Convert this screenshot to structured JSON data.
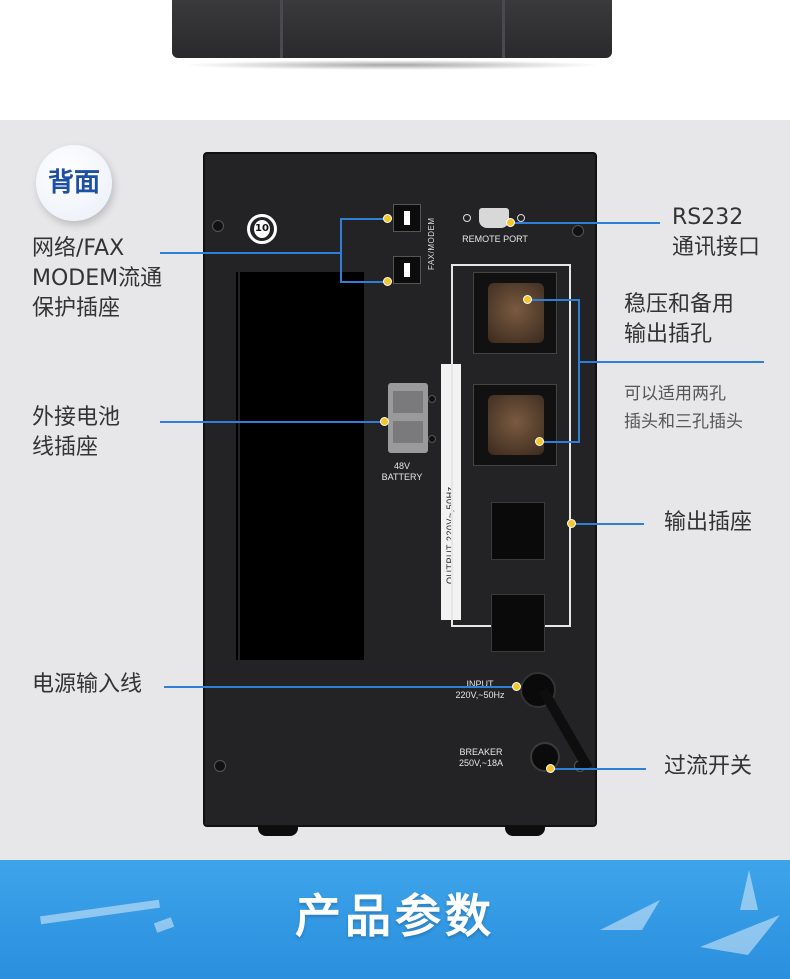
{
  "badge": {
    "label": "背面"
  },
  "device": {
    "fax_modem": "FAX/MODEM",
    "remote_port": "REMOTE PORT",
    "battery": [
      "48V",
      "BATTERY"
    ],
    "output_vertical": "OUTPUT    220V~,50Hz",
    "input": [
      "INPUT",
      "220V,~50Hz"
    ],
    "breaker": [
      "BREAKER",
      "250V,~18A"
    ],
    "logo": "10"
  },
  "callouts": {
    "rs232": [
      "RS232",
      "通讯接口"
    ],
    "network": [
      "网络/FAX",
      "MODEM流通",
      "保护插座"
    ],
    "regulated": [
      "稳压和备用",
      "输出插孔"
    ],
    "regulated_note": [
      "可以适用两孔",
      "插头和三孔插头"
    ],
    "battery": [
      "外接电池",
      "线插座"
    ],
    "output_socket": "输出插座",
    "power_input": "电源输入线",
    "breaker": "过流开关"
  },
  "banner": {
    "title": "产品参数"
  },
  "colors": {
    "line": "#2f7fd9",
    "dot": "#f5c62a",
    "banner": "#3a9fe6",
    "device": "#232325"
  }
}
